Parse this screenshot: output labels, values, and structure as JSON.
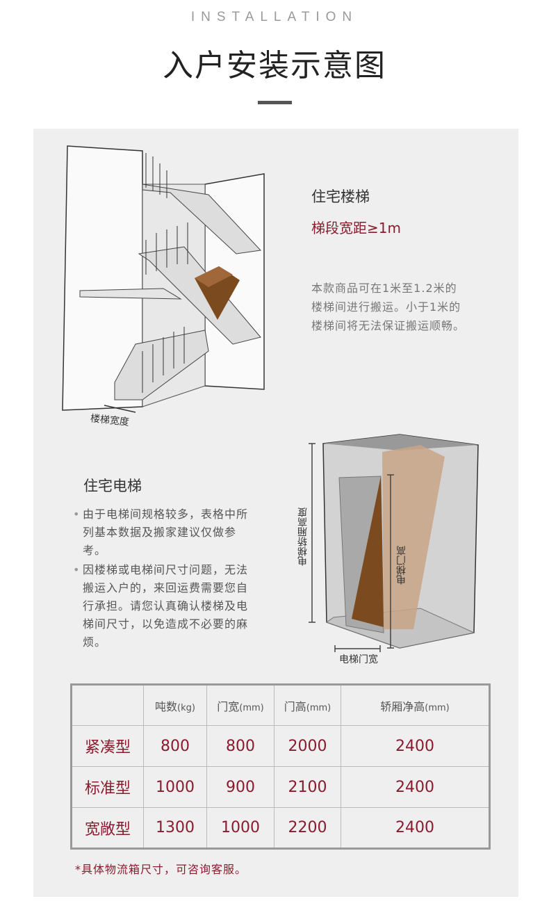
{
  "header": {
    "subtitle": "INSTALLATION",
    "title": "入户安装示意图"
  },
  "stairs": {
    "title": "住宅楼梯",
    "requirement": "梯段宽距≥1m",
    "desc": [
      "本款商品可在1米至1.2米的",
      "楼梯间进行搬运。小于1米的",
      "楼梯间将无法保证搬运顺畅。"
    ],
    "width_label": "楼梯宽度"
  },
  "elevator": {
    "title": "住宅电梯",
    "notes": [
      "由于电梯间规格较多，表格中所列基本数据及搬家建议仅做参考。",
      "因楼梯或电梯间尺寸问题，无法搬运入户的，来回运费需要您自行承担。请您认真确认楼梯及电梯间尺寸，以免造成不必要的麻烦。"
    ],
    "labels": {
      "car_height": "电梯轿厢高度",
      "door_height": "电梯门高",
      "door_width": "电梯门宽"
    }
  },
  "table": {
    "headers": [
      {
        "name": "吨数",
        "unit": "(kg)"
      },
      {
        "name": "门宽",
        "unit": "(mm)"
      },
      {
        "name": "门高",
        "unit": "(mm)"
      },
      {
        "name": "轿厢净高",
        "unit": "(mm)"
      }
    ],
    "rows": [
      [
        "紧凑型",
        "800",
        "800",
        "2000",
        "2400"
      ],
      [
        "标准型",
        "1000",
        "900",
        "2100",
        "2400"
      ],
      [
        "宽敞型",
        "1300",
        "1000",
        "2200",
        "2400"
      ]
    ]
  },
  "footnote": "*具体物流箱尺寸，可咨询客服。",
  "colors": {
    "accent": "#8a1b2e",
    "box": "#7b4a1e"
  }
}
